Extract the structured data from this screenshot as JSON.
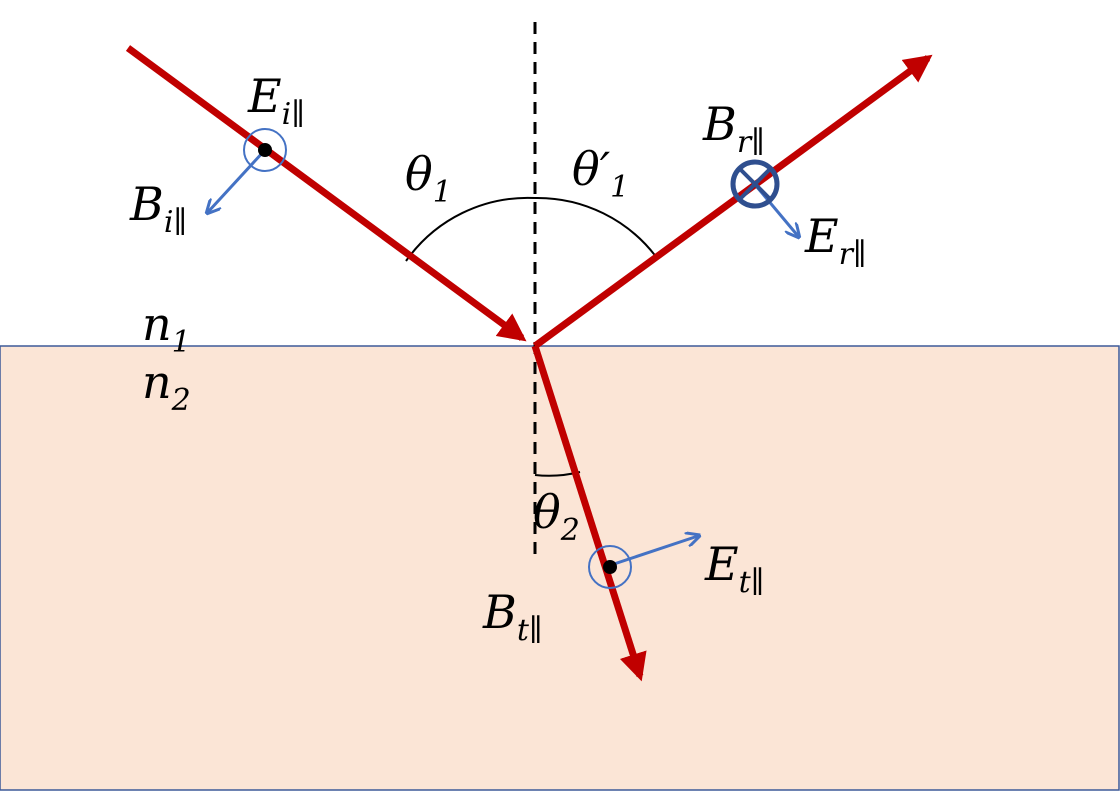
{
  "colors": {
    "medium2_fill": "#fbe5d6",
    "medium2_border": "#3d5a99",
    "ray": "#c00000",
    "field_vector": "#4472c4",
    "out_of_plane_marker": "#2f4f8f",
    "normal_line": "#000000"
  },
  "labels": {
    "n1": {
      "base": "n",
      "sub": "1"
    },
    "n2": {
      "base": "n",
      "sub": "2"
    },
    "theta1": {
      "base": "θ",
      "sub": "1"
    },
    "theta1_prime": {
      "base": "θ′",
      "sub": "1"
    },
    "theta2": {
      "base": "θ",
      "sub": "2"
    },
    "E_incident": {
      "base": "E",
      "sub": "i∥"
    },
    "B_incident": {
      "base": "B",
      "sub": "i∥"
    },
    "B_reflected": {
      "base": "B",
      "sub": "r∥"
    },
    "E_reflected": {
      "base": "E",
      "sub": "r∥"
    },
    "E_transmitted": {
      "base": "E",
      "sub": "t∥"
    },
    "B_transmitted": {
      "base": "B",
      "sub": "t∥"
    }
  },
  "markers": {
    "incident": "out-of-page",
    "reflected": "into-page",
    "transmitted": "out-of-page"
  }
}
